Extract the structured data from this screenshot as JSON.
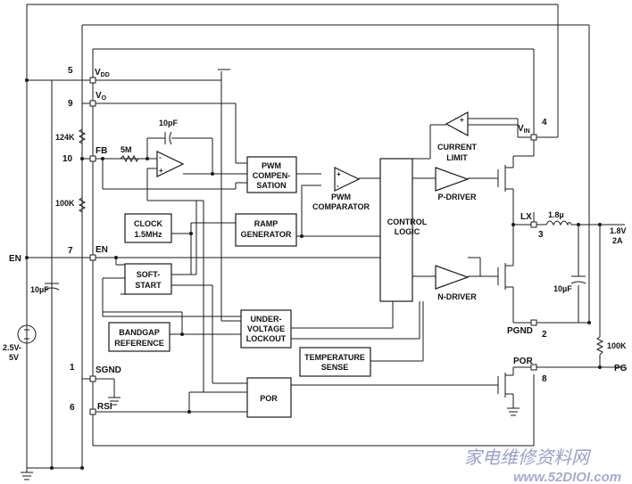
{
  "pins": {
    "vdd_num": "5",
    "vdd": "V",
    "vdd_sub": "DD",
    "vo_num": "9",
    "vo": "V",
    "vo_sub": "O",
    "fb_num": "10",
    "fb": "FB",
    "en_num": "7",
    "en": "EN",
    "sgnd_num": "1",
    "sgnd": "SGND",
    "rsi_num": "6",
    "rsi": "RSI",
    "vin_num": "4",
    "vin": "V",
    "vin_sub": "IN",
    "lx_num": "3",
    "lx": "LX",
    "pgnd_num": "2",
    "pgnd": "PGND",
    "por_num": "8",
    "por": "POR"
  },
  "blocks": {
    "pwm_comp_1": "PWM",
    "pwm_comp_2": "COMPEN-",
    "pwm_comp_3": "SATION",
    "pwm_comparator_1": "PWM",
    "pwm_comparator_2": "COMPARATOR",
    "ramp_1": "RAMP",
    "ramp_2": "GENERATOR",
    "clock_1": "CLOCK",
    "clock_2": "1.5MHz",
    "control_1": "CONTROL",
    "control_2": "LOGIC",
    "current_limit_1": "CURRENT",
    "current_limit_2": "LIMIT",
    "p_driver": "P-DRIVER",
    "n_driver": "N-DRIVER",
    "softstart_1": "SOFT-",
    "softstart_2": "START",
    "bandgap_1": "BANDGAP",
    "bandgap_2": "REFERENCE",
    "uvlo_1": "UNDER-",
    "uvlo_2": "VOLTAGE",
    "uvlo_3": "LOCKOUT",
    "temp_1": "TEMPERATURE",
    "temp_2": "SENSE",
    "por_block": "POR"
  },
  "components": {
    "c_fb": "10pF",
    "r_5m": "5M",
    "r_124k": "124K",
    "r_100k_left": "100K",
    "c_in": "10µF",
    "source_1": "2.5V-",
    "source_2": "5V",
    "inductor": "1.8µ",
    "c_out": "10µF",
    "r_100k_right": "100K",
    "out_v": "1.8V",
    "out_i": "2A",
    "en_ext": "EN",
    "pg_ext": "PG"
  },
  "watermark": {
    "cn": "家电维修资料网",
    "url": "www.52DIOI.com"
  }
}
